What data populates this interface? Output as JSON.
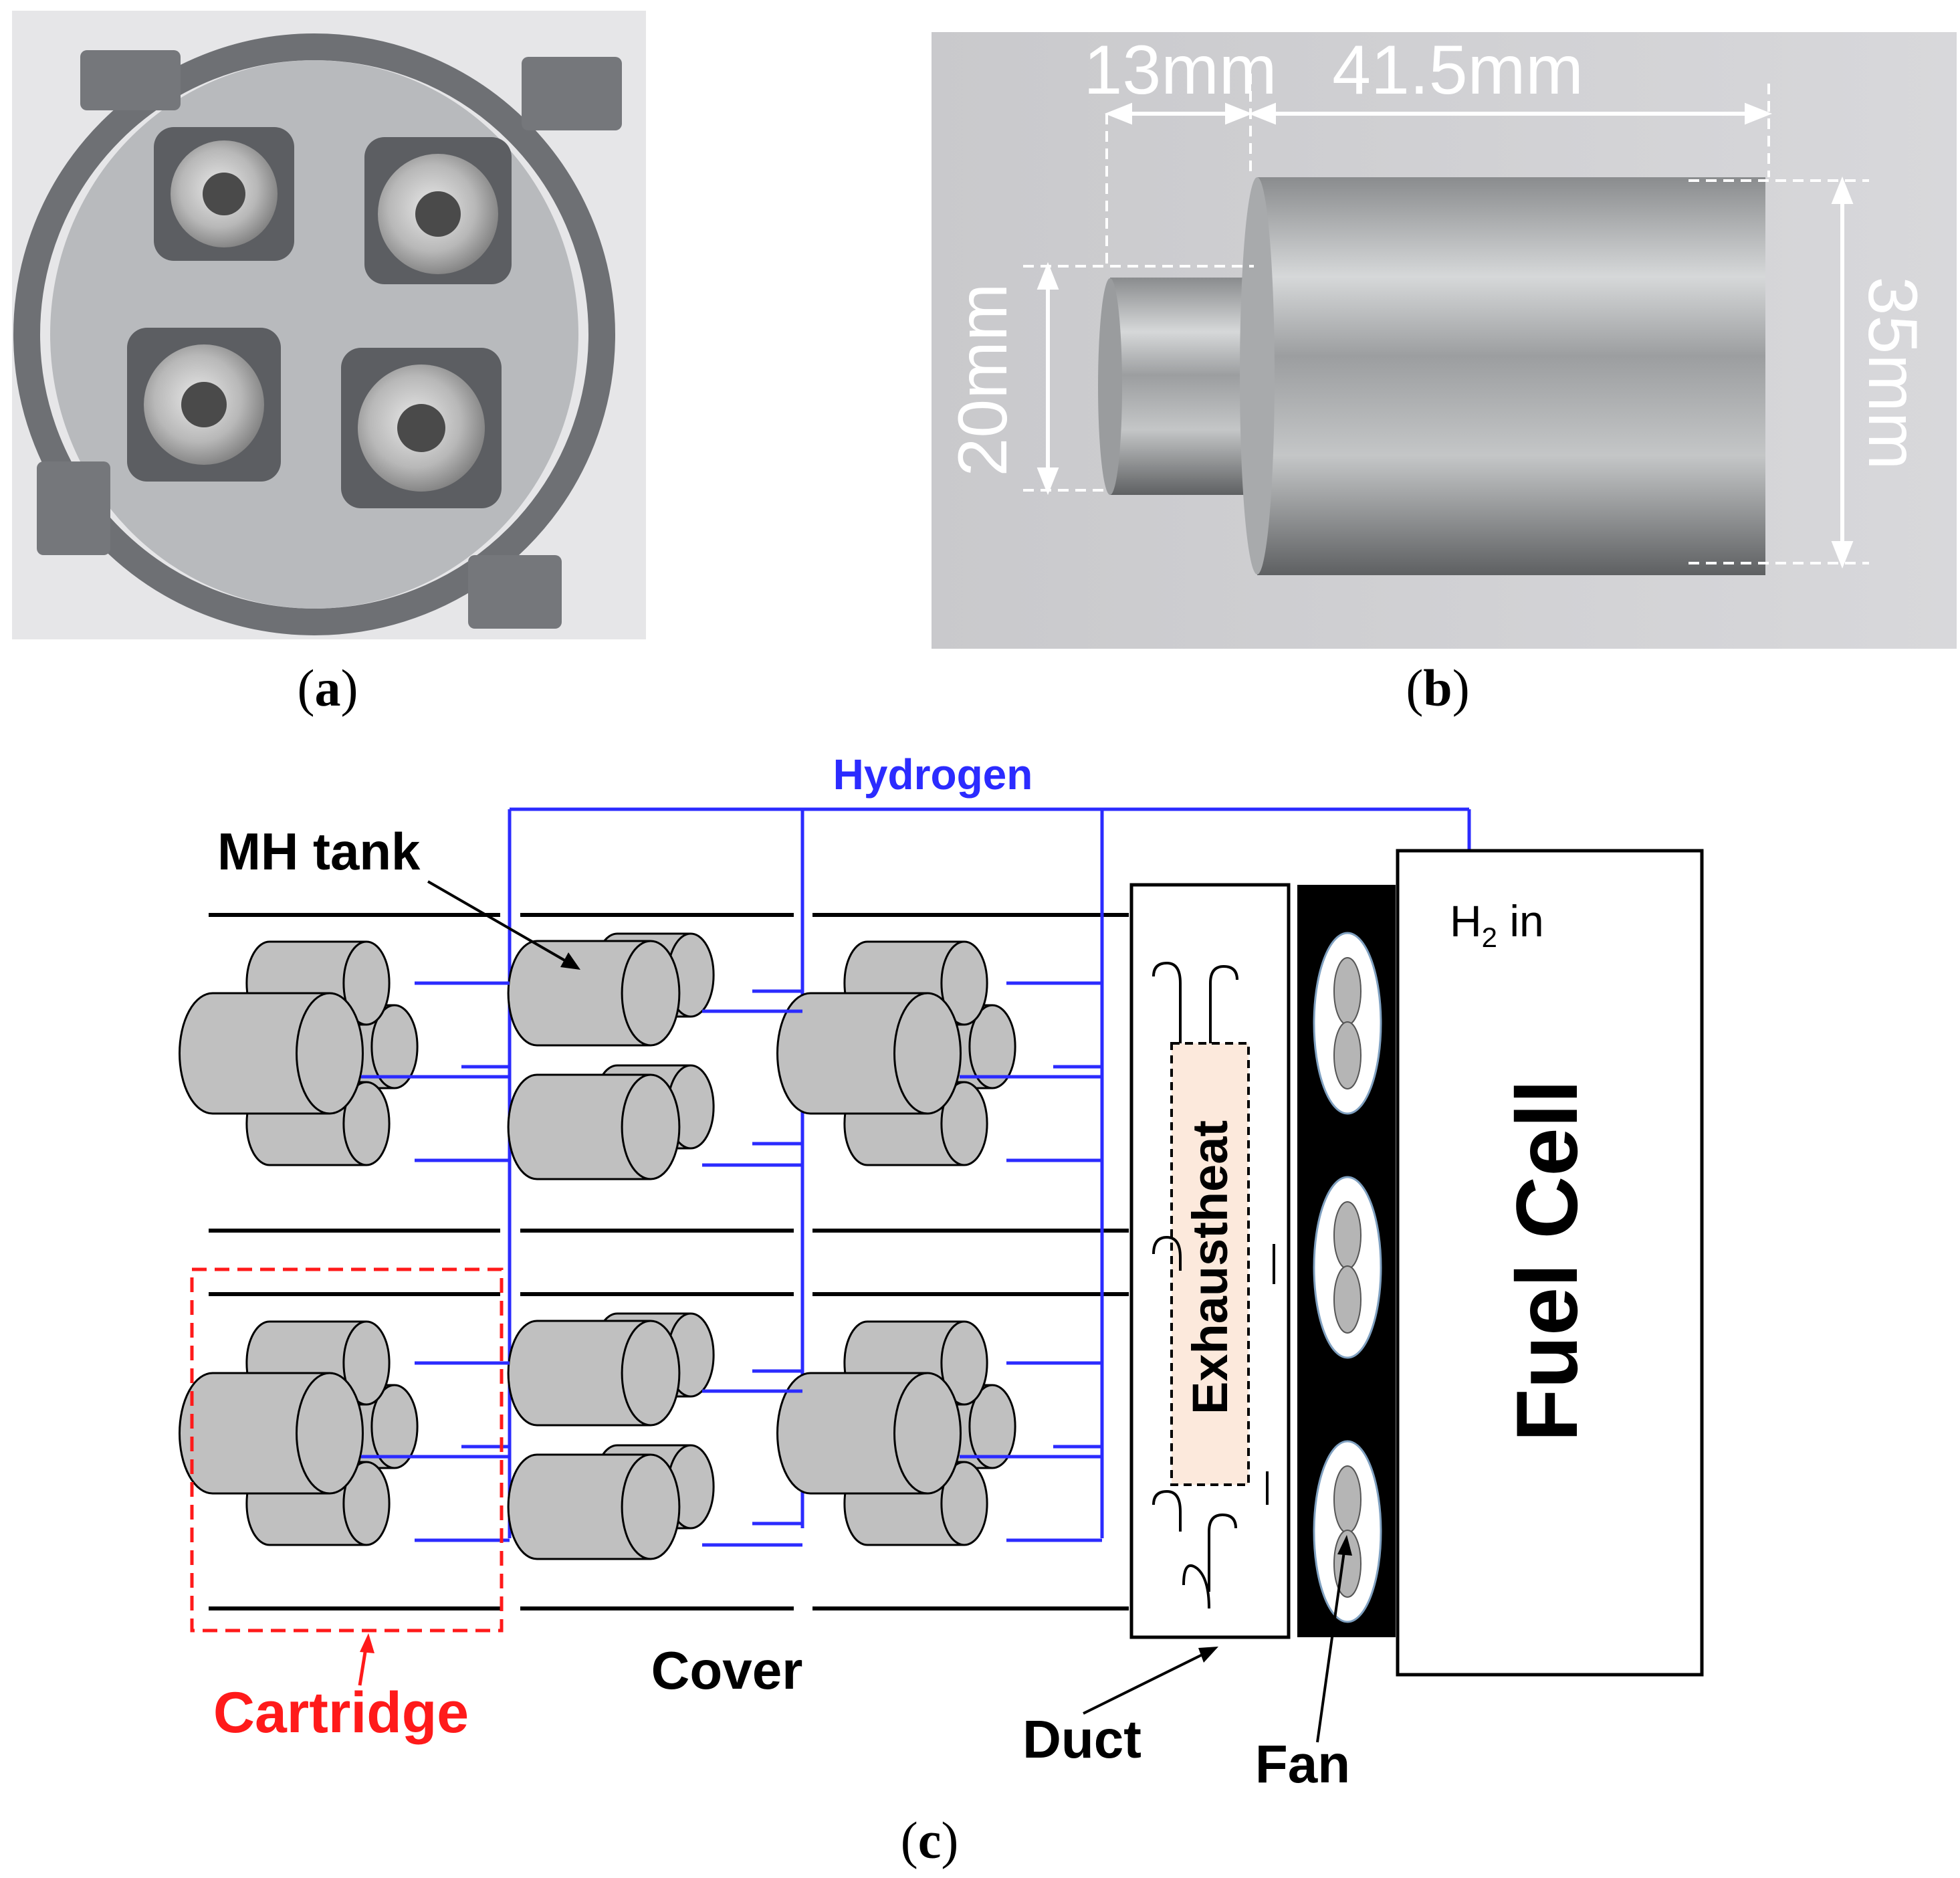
{
  "captions": {
    "a": "a",
    "b": "b",
    "c": "c"
  },
  "photo_b": {
    "dim_13": "13mm",
    "dim_41_5": "41.5mm",
    "dim_20": "20mm",
    "dim_35": "35mm"
  },
  "diagram": {
    "hydrogen": "Hydrogen",
    "mh_tank": "MH tank",
    "h2_prefix": "H",
    "h2_sub": "2",
    "h2_suffix": " in",
    "exhaust_heat": "Exhaustheat",
    "fuel_cell": "Fuel Cell",
    "cartridge": "Cartridge",
    "cover": "Cover",
    "duct": "Duct",
    "fan": "Fan"
  },
  "colors": {
    "hydrogen_line": "#2b2bff",
    "cartridge": "#ff1a1a",
    "tank_fill": "#c0c0c0",
    "exhaust_box": "#fce9dc",
    "fan_panel": "#000000"
  }
}
